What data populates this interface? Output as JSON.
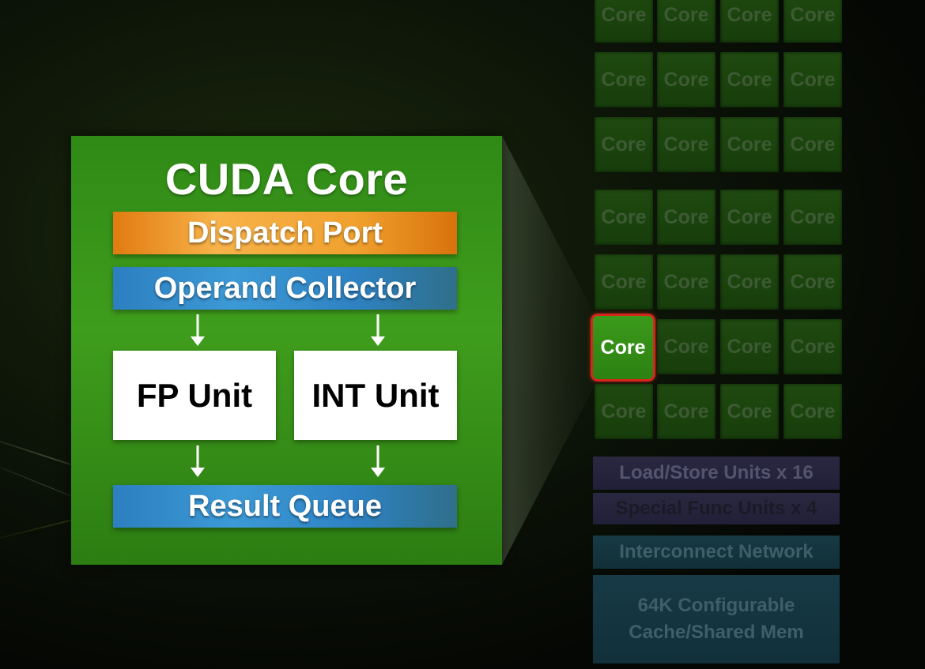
{
  "detail": {
    "title": "CUDA Core",
    "dispatch_port": "Dispatch Port",
    "operand_collector": "Operand Collector",
    "fp_unit": "FP Unit",
    "int_unit": "INT Unit",
    "result_queue": "Result Queue"
  },
  "grid": {
    "core_label": "Core",
    "rows": [
      [
        "Core",
        "Core",
        "Core",
        "Core"
      ],
      [
        "Core",
        "Core",
        "Core",
        "Core"
      ],
      [
        "Core",
        "Core",
        "Core",
        "Core"
      ],
      [
        "Core",
        "Core",
        "Core",
        "Core"
      ],
      [
        "Core",
        "Core",
        "Core",
        "Core"
      ],
      [
        "Core",
        "Core",
        "Core",
        "Core"
      ],
      [
        "Core",
        "Core",
        "Core",
        "Core"
      ]
    ],
    "highlighted_row": 5,
    "highlighted_col": 0,
    "load_store": "Load/Store Units x 16",
    "special_func": "Special Func Units x 4",
    "interconnect": "Interconnect Network",
    "cache_line1": "64K Configurable",
    "cache_line2": "Cache/Shared Mem"
  },
  "colors": {
    "core_green": "#3f9d1c",
    "dispatch_orange": "#f0a12e",
    "operand_blue": "#3d9ad6",
    "highlight_red": "#d7261b"
  }
}
